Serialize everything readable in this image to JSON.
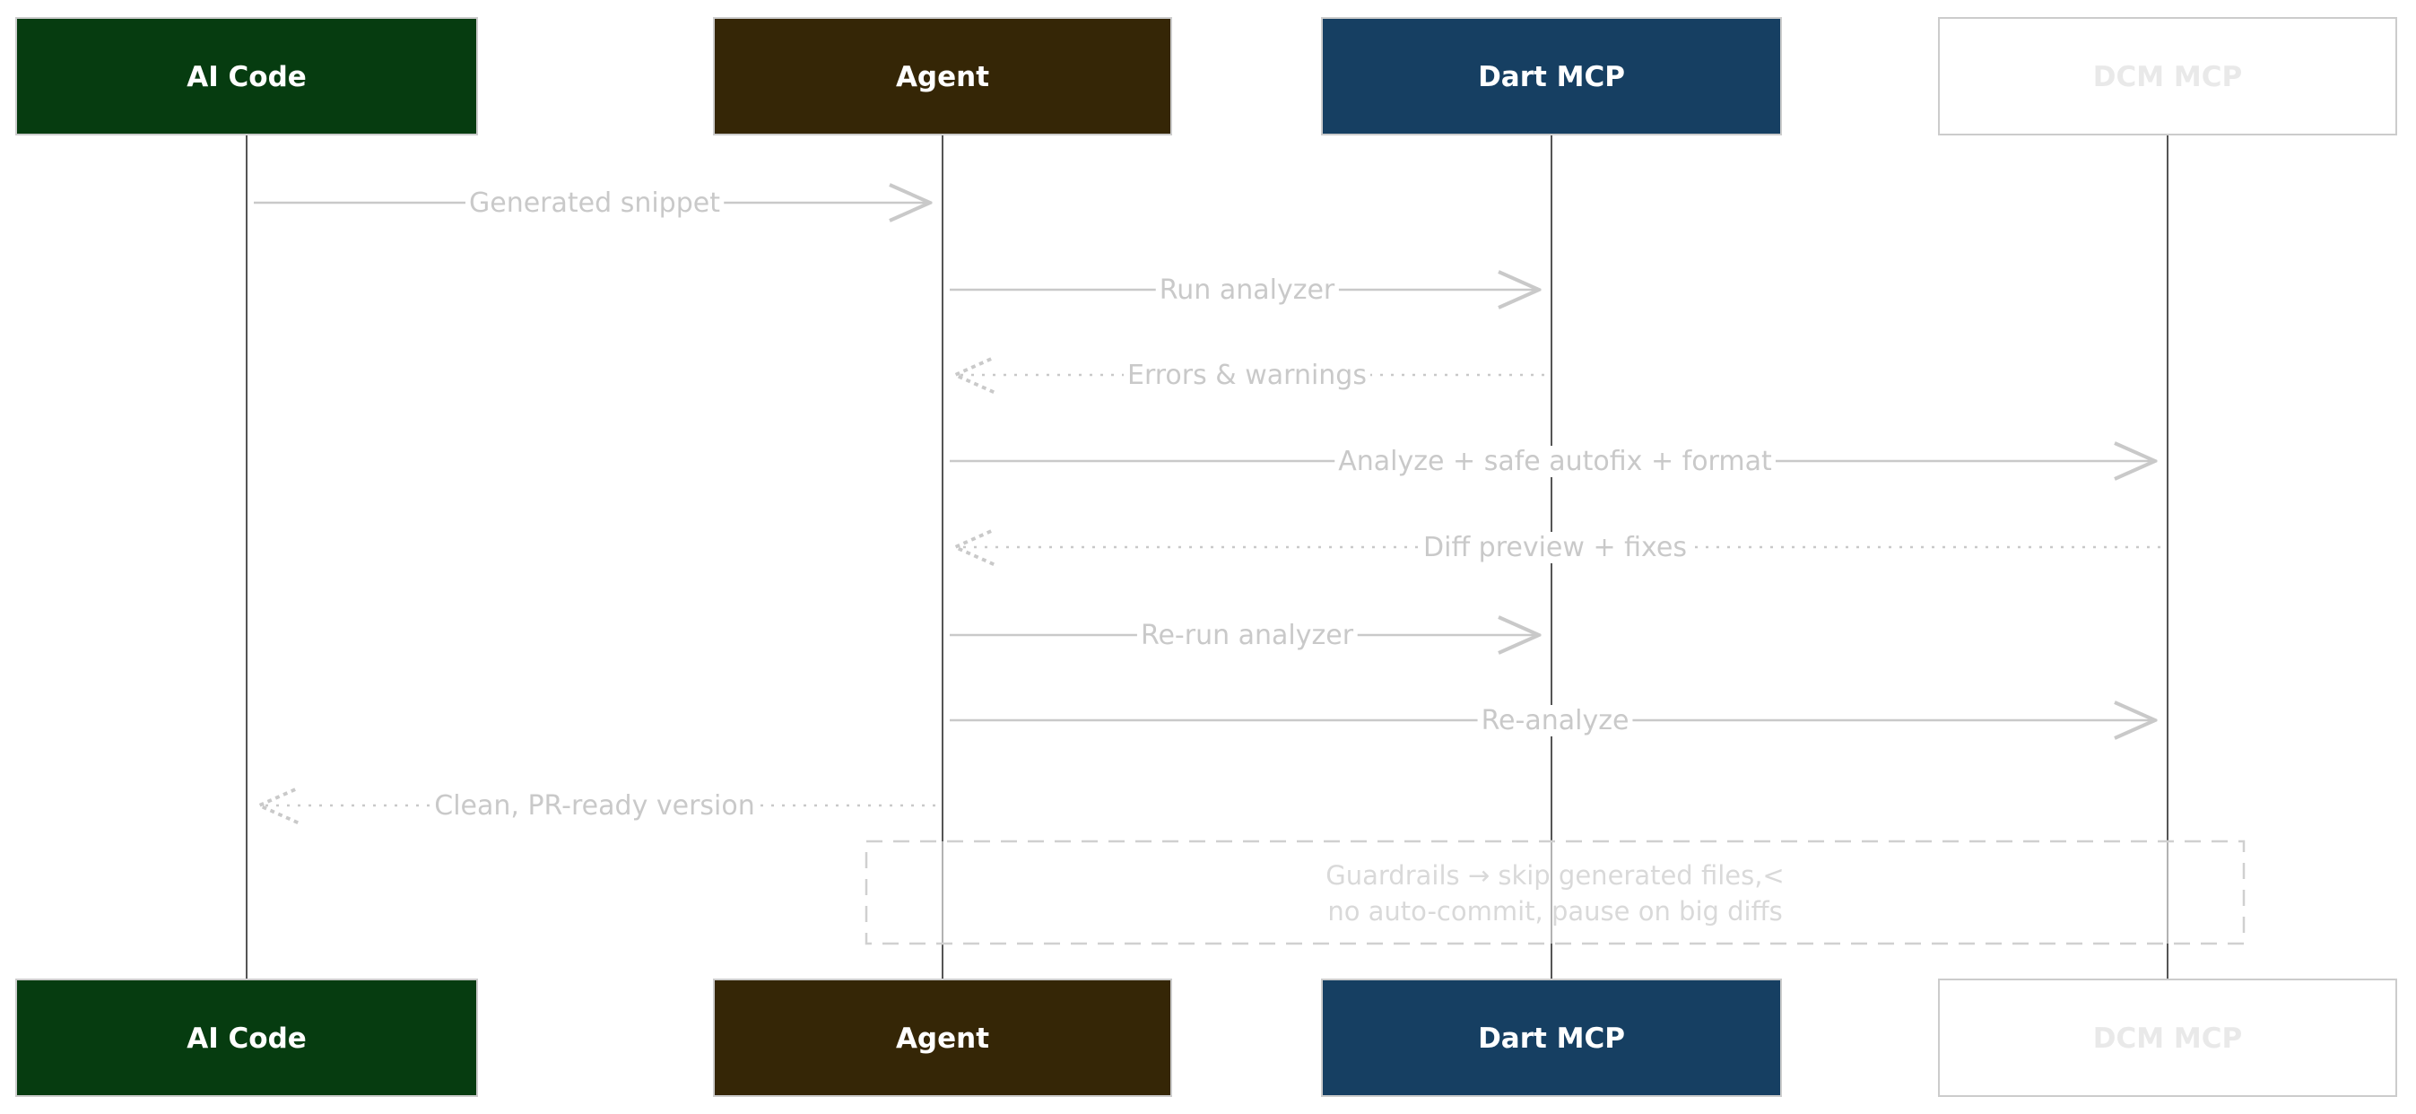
{
  "diagram": {
    "type": "sequence",
    "participants": [
      {
        "id": "ai",
        "label": "AI Code",
        "fill": "#063c10",
        "text_color": "#ffffff"
      },
      {
        "id": "agent",
        "label": "Agent",
        "fill": "#352606",
        "text_color": "#ffffff"
      },
      {
        "id": "dart",
        "label": "Dart MCP",
        "fill": "#163f62",
        "text_color": "#ffffff"
      },
      {
        "id": "dcm",
        "label": "DCM MCP",
        "fill": "#ffffff",
        "text_color": "#e9e9e9"
      }
    ],
    "messages": [
      {
        "from": "ai",
        "to": "agent",
        "label": "Generated snippet",
        "style": "solid"
      },
      {
        "from": "agent",
        "to": "dart",
        "label": "Run analyzer",
        "style": "solid"
      },
      {
        "from": "dart",
        "to": "agent",
        "label": "Errors & warnings",
        "style": "dotted"
      },
      {
        "from": "agent",
        "to": "dcm",
        "label": "Analyze + safe autofix + format",
        "style": "solid"
      },
      {
        "from": "dcm",
        "to": "agent",
        "label": "Diff preview + fixes",
        "style": "dotted"
      },
      {
        "from": "agent",
        "to": "dart",
        "label": "Re-run analyzer",
        "style": "solid"
      },
      {
        "from": "agent",
        "to": "dcm",
        "label": "Re-analyze",
        "style": "solid"
      },
      {
        "from": "agent",
        "to": "ai",
        "label": "Clean, PR-ready version",
        "style": "dotted"
      }
    ],
    "note": {
      "over": [
        "agent",
        "dcm"
      ],
      "lines": [
        "Guardrails → skip generated files,<",
        "no auto-commit, pause on big diffs"
      ]
    },
    "colors": {
      "lifeline": "#555555",
      "message": "#c9c9c9",
      "note_border": "#d0d0d0",
      "note_text": "#d9d9d9",
      "box_border": "#cccccc"
    }
  }
}
